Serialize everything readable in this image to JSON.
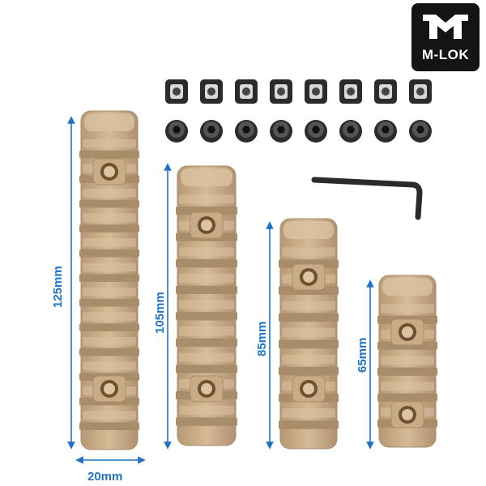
{
  "logo": {
    "text": "M-LOK",
    "icon": "m-lok-logo-icon"
  },
  "dimensions": {
    "rail_125": "125mm",
    "rail_105": "105mm",
    "rail_85": "85mm",
    "rail_65": "65mm",
    "width": "20mm"
  },
  "colors": {
    "rail": "#c9ab86",
    "rail_shadow": "#a98c69",
    "rail_highlight": "#dcc3a2",
    "dimension": "#1f73c4",
    "hardware": "#2b2b2b"
  },
  "hardware": {
    "t_nuts": 8,
    "screws": 8,
    "hex_wrench": 1
  }
}
